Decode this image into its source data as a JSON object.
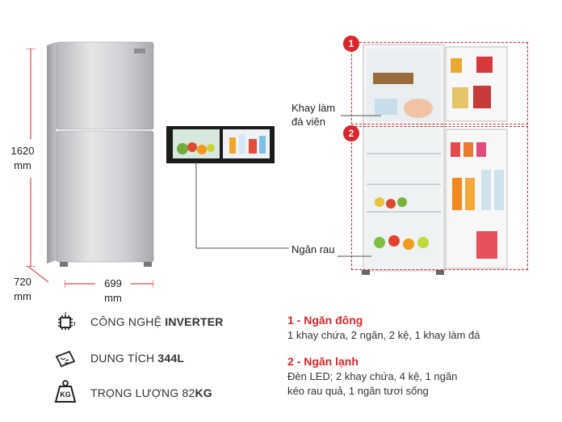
{
  "dimensions": {
    "height": "1620\nmm",
    "depth": "720\nmm",
    "width": "699\nmm"
  },
  "features": [
    {
      "icon": "inverter-chip-icon",
      "label_prefix": "CÔNG NGHỆ ",
      "label_bold": "INVERTER"
    },
    {
      "icon": "capacity-icon",
      "label_prefix": "DUNG TÍCH ",
      "label_bold": "344L"
    },
    {
      "icon": "weight-kg-icon",
      "label_prefix": "TRỌNG LƯỢNG 82",
      "label_bold": "KG",
      "icon_text": "KG"
    }
  ],
  "callouts": {
    "ice_tray": "Khay làm\nđá viên",
    "crisper": "Ngăn rau"
  },
  "badges": [
    "1",
    "2"
  ],
  "sections": [
    {
      "title": "1 - Ngăn đông",
      "desc": "1 khay chứa, 2 ngăn, 2 kệ, 1 khay làm đá"
    },
    {
      "title": "2 - Ngăn lạnh",
      "desc": "Đèn LED; 2 khay chứa, 4 kệ, 1 ngăn\nkéo rau quả, 1 ngăn tươi sống"
    }
  ],
  "colors": {
    "accent": "#d9262c",
    "fridge_body": "#c9c9cb"
  }
}
